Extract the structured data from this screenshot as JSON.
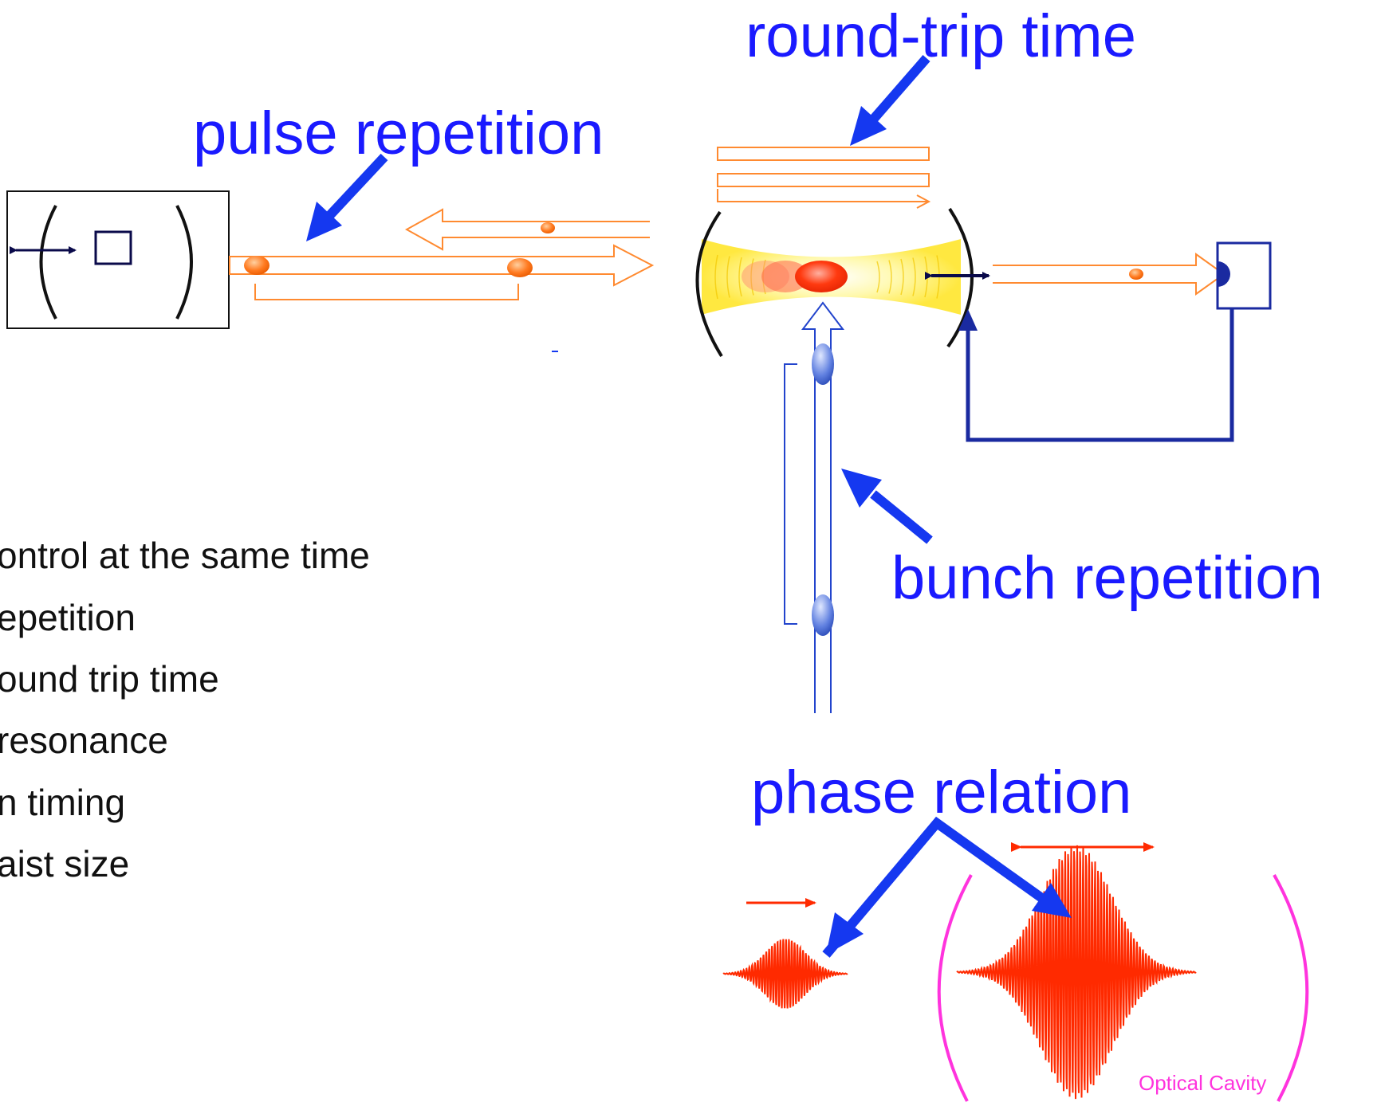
{
  "labels": {
    "round_trip_time": "round-trip time",
    "pulse_repetition": "pulse repetition",
    "bunch_repetition": "bunch repetition",
    "phase_relation": "phase relation",
    "optical_cavity": "Optical Cavity"
  },
  "list_items": [
    "ontrol at the same time",
    "epetition",
    "ound trip time",
    "resonance",
    "n timing",
    "aist size"
  ],
  "colors": {
    "label_blue": "#1a1aff",
    "arrow_blue": "#1538f0",
    "laser_orange": "#ff8a30",
    "electron_blue": "#2244cc",
    "dark_navy": "#0a0a4a",
    "feedback_blue": "#1a2aa0",
    "wave_red": "#ff2a00",
    "cavity_magenta": "#ff33dd",
    "beam_yellow": "#ffe840"
  }
}
